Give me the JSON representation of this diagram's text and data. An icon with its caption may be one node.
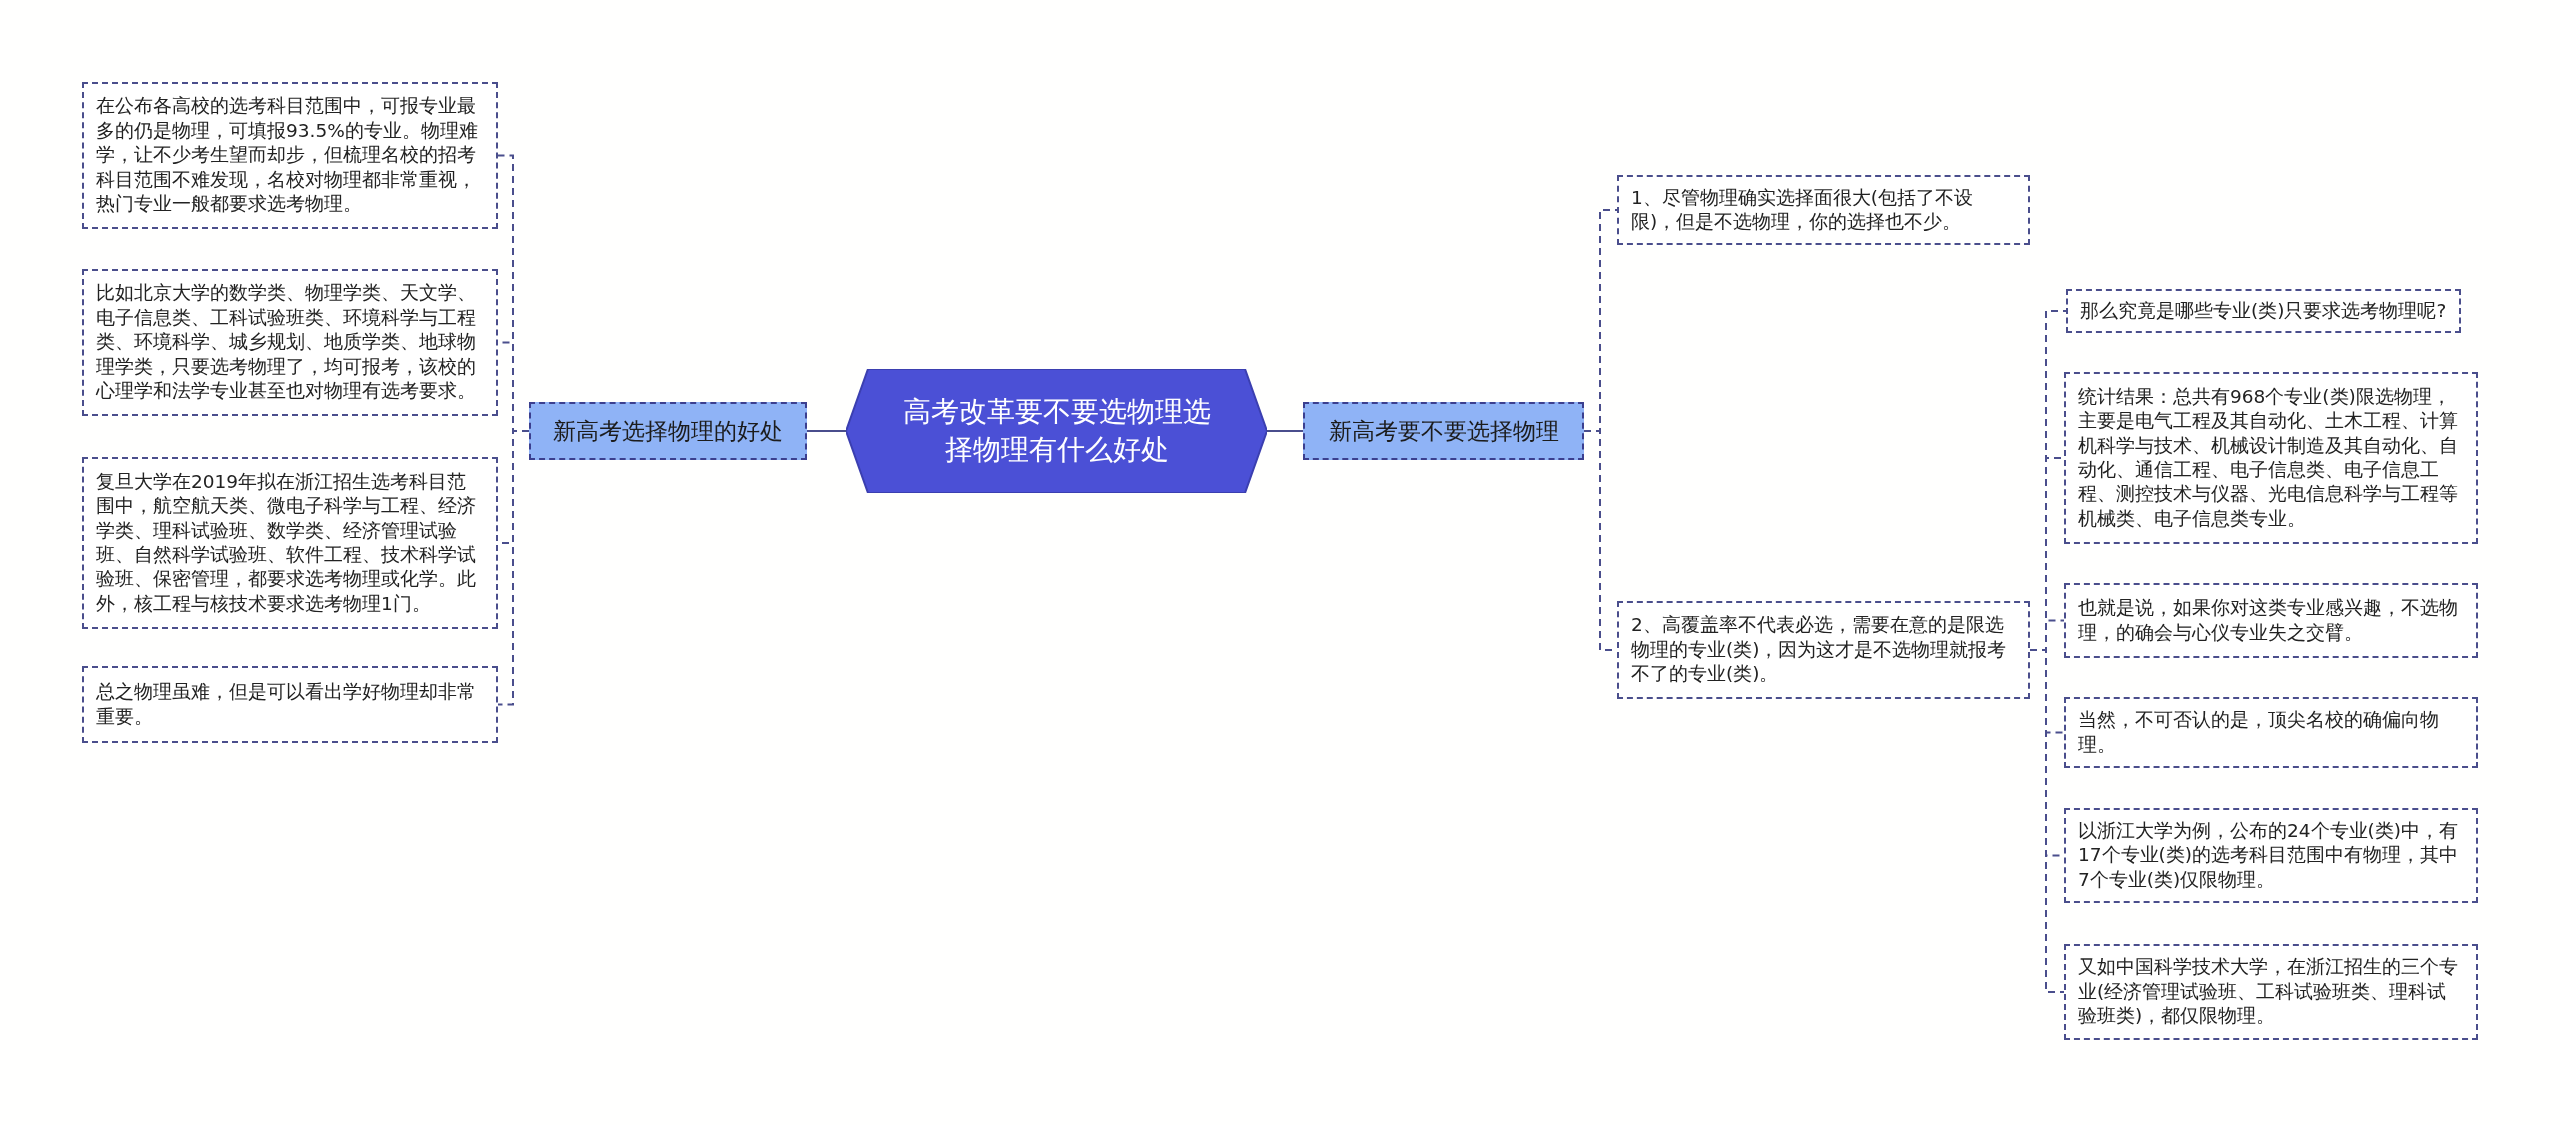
{
  "diagram": {
    "nodes": [
      {
        "text": [
          "高考改革要不要选物理选择物理有什么好处"
        ]
      },
      {
        "text": [
          "新高考选择物理的好处"
        ]
      },
      {
        "text": [
          "在公布各高校的选考科目范围中，可报专业最多的仍是物理，可填报93.5%的专业。物理难学，让不少考生望而却步，但梳理名校的招考科目范围不难发现，名校对物理都非常重视，热门专业一般都要求选考物理。"
        ]
      },
      {
        "text": [
          "比如北京大学的数学类、物理学类、天文学、电子信息类、工科试验班类、环境科学与工程类、环境科学、城乡规划、地质学类、地球物理学类，只要选考物理了，均可报考，该校的心理学和法学专业甚至也对物理有选考要求。"
        ]
      },
      {
        "text": [
          "复旦大学在2019年拟在浙江招生选考科目范围中，航空航天类、微电子科学与工程、经济学类、理科试验班、数学类、经济管理试验班、自然科学试验班、软件工程、技术科学试验班、保密管理，都要求选考物理或化学。此外，核工程与核技术要求选考物理1门。"
        ]
      },
      {
        "text": [
          "总之物理虽难，但是可以看出学好物理却非常重要。"
        ]
      },
      {
        "text": [
          "新高考要不要选择物理"
        ]
      },
      {
        "text": [
          "1、尽管物理确实选择面很大(包括了不设限)，但是不选物理，你的选择也不少。"
        ]
      },
      {
        "text": [
          "2、高覆盖率不代表必选，需要在意的是限选物理的专业(类)，因为这才是不选物理就报考不了的专业(类)。"
        ]
      },
      {
        "text": [
          "那么究竟是哪些专业(类)只要求选考物理呢?"
        ]
      },
      {
        "text": [
          "统计结果：总共有968个专业(类)限选物理，主要是电气工程及其自动化、土木工程、计算机科学与技术、机械设计制造及其自动化、自动化、通信工程、电子信息类、电子信息工程、测控技术与仪器、光电信息科学与工程等机械类、电子信息类专业。"
        ]
      },
      {
        "text": [
          "也就是说，如果你对这类专业感兴趣，不选物理，的确会与心仪专业失之交臂。"
        ]
      },
      {
        "text": [
          "当然，不可否认的是，顶尖名校的确偏向物理。"
        ]
      },
      {
        "text": [
          "以浙江大学为例，公布的24个专业(类)中，有17个专业(类)的选考科目范围中有物理，其中7个专业(类)仅限物理。"
        ]
      },
      {
        "text": [
          "又如中国科学技术大学，在浙江招生的三个专业(经济管理试验班、工科试验班类、理科试验班类)，都仅限物理。"
        ]
      }
    ],
    "edges": [
      {
        "from": 0,
        "to": 1,
        "arrow": "none"
      },
      {
        "from": 0,
        "to": 6,
        "arrow": "none"
      },
      {
        "from": 1,
        "to": 2,
        "arrow": "none",
        "style": "dashed"
      },
      {
        "from": 1,
        "to": 3,
        "arrow": "none",
        "style": "dashed"
      },
      {
        "from": 1,
        "to": 4,
        "arrow": "none",
        "style": "dashed"
      },
      {
        "from": 1,
        "to": 5,
        "arrow": "none",
        "style": "dashed"
      },
      {
        "from": 6,
        "to": 7,
        "arrow": "none",
        "style": "dashed"
      },
      {
        "from": 6,
        "to": 8,
        "arrow": "none",
        "style": "dashed"
      },
      {
        "from": 8,
        "to": 9,
        "arrow": "none",
        "style": "dashed"
      },
      {
        "from": 8,
        "to": 10,
        "arrow": "none",
        "style": "dashed"
      },
      {
        "from": 8,
        "to": 11,
        "arrow": "none",
        "style": "dashed"
      },
      {
        "from": 8,
        "to": 12,
        "arrow": "none",
        "style": "dashed"
      },
      {
        "from": 8,
        "to": 13,
        "arrow": "none",
        "style": "dashed"
      },
      {
        "from": 8,
        "to": 14,
        "arrow": "none",
        "style": "dashed"
      }
    ]
  }
}
